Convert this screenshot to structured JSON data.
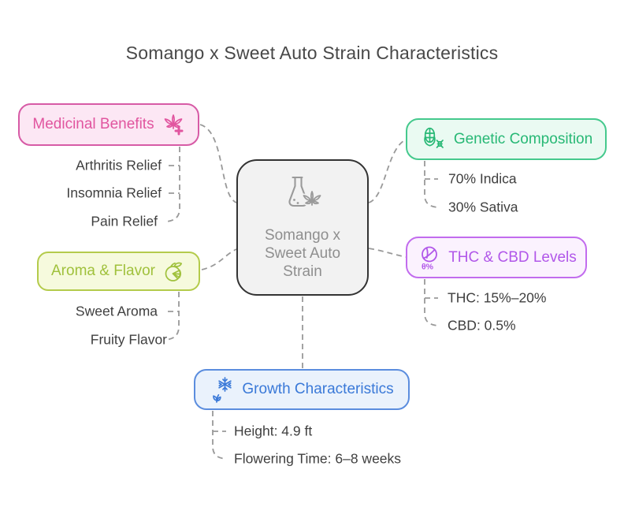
{
  "title": "Somango x Sweet Auto Strain Characteristics",
  "center": {
    "label": "Somango x Sweet Auto Strain",
    "icon": "flask-cannabis-icon"
  },
  "colors": {
    "title_text": "#484848",
    "item_text": "#3f3f3f",
    "connector": "#999999",
    "center_fill": "#f2f2f2",
    "center_border": "#333333",
    "center_text": "#8f8f8f",
    "center_icon": "#9a9a9a"
  },
  "branches": [
    {
      "id": "medicinal-benefits",
      "label": "Medicinal Benefits",
      "icon": "cannabis-medical-cross-icon",
      "text_color": "#e1559f",
      "border_color": "#d75ba6",
      "fill_color": "#fce7f4",
      "items": [
        "Arthritis Relief",
        "Insomnia Relief",
        "Pain Relief"
      ]
    },
    {
      "id": "genetic-composition",
      "label": "Genetic Composition",
      "icon": "corn-dna-icon",
      "text_color": "#27b875",
      "border_color": "#45c98d",
      "fill_color": "#eafaf2",
      "items": [
        "70% Indica",
        "30% Sativa"
      ]
    },
    {
      "id": "aroma-flavor",
      "label": "Aroma & Flavor",
      "icon": "citrus-fruit-icon",
      "text_color": "#a0c13c",
      "border_color": "#b4cb4b",
      "fill_color": "#f6fadd",
      "items": [
        "Sweet Aroma",
        "Fruity Flavor"
      ]
    },
    {
      "id": "thc-cbd-levels",
      "label": "THC & CBD Levels",
      "icon": "leaf-percent-icon",
      "icon_badge": "θ%",
      "text_color": "#b157e9",
      "border_color": "#c26cee",
      "fill_color": "#fbf2fe",
      "items": [
        "THC: 15%–20%",
        "CBD: 0.5%"
      ]
    },
    {
      "id": "growth-characteristics",
      "label": "Growth Characteristics",
      "icon": "snowflake-plant-icon",
      "text_color": "#3a79d8",
      "border_color": "#5b8dde",
      "fill_color": "#eaf2fc",
      "items": [
        "Height: 4.9 ft",
        "Flowering Time: 6–8 weeks"
      ]
    }
  ]
}
